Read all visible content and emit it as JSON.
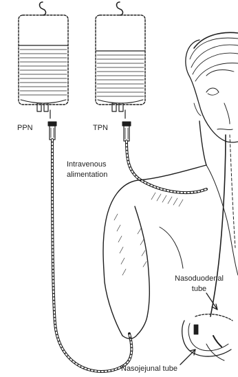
{
  "labels": {
    "ppn": "PPN",
    "tpn": "TPN",
    "iv_line1": "Intravenous",
    "iv_line2": "alimentation",
    "nd_line1": "Nasoduodenal",
    "nd_line2": "tube",
    "nj": "Nasojejunal tube"
  },
  "colors": {
    "ink": "#1e1e1e",
    "paper": "#ffffff"
  }
}
